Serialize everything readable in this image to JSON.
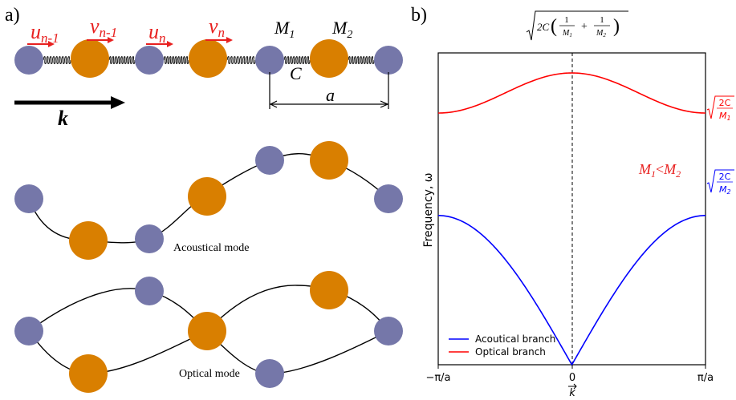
{
  "panel_a": {
    "label": "a)",
    "top_labels": {
      "u_prev": "u",
      "u_prev_sub": "n-1",
      "v_prev": "v",
      "v_prev_sub": "n-1",
      "u_n": "u",
      "u_n_sub": "n",
      "v_n": "v",
      "v_n_sub": "n"
    },
    "mass_labels": {
      "m1": "M",
      "m1_sub": "1",
      "m2": "M",
      "m2_sub": "2"
    },
    "spring_label": "C",
    "lattice_label": "a",
    "wavevector_label": "k",
    "acoustical_mode_label": "Acoustical mode",
    "optical_mode_label": "Optical mode",
    "colors": {
      "light_mass": "#7577a9",
      "heavy_mass": "#d97f00",
      "arrow_red": "#e8201f"
    }
  },
  "panel_b": {
    "label": "b)",
    "top_formula": {
      "prefix": "2C",
      "f1": "1",
      "d1": "M",
      "d1sub": "1",
      "plus": "+",
      "f2": "1",
      "d2": "M",
      "d2sub": "2"
    },
    "right_formulas": {
      "optical": {
        "num": "2C",
        "den": "M",
        "den_sub": "1"
      },
      "acoustic": {
        "num": "2C",
        "den": "M",
        "den_sub": "2"
      }
    },
    "relation": {
      "a": "M",
      "a_sub": "1",
      "op": "<",
      "b": "M",
      "b_sub": "2"
    },
    "colors": {
      "acoustic": "#0000ff",
      "optical": "#ff0000"
    }
  },
  "chart_data": {
    "type": "line",
    "xlabel": "k",
    "ylabel": "Frequency, ω",
    "x_ticks": [
      "−π/a",
      "0",
      "π/a"
    ],
    "series": [
      {
        "name": "Acoutical branch",
        "color": "#0000ff",
        "k": [
          -1,
          -0.75,
          -0.5,
          -0.25,
          0,
          0.25,
          0.5,
          0.75,
          1
        ],
        "omega": [
          0.67,
          0.64,
          0.52,
          0.29,
          0.0,
          0.29,
          0.52,
          0.64,
          0.67
        ]
      },
      {
        "name": "Optical branch",
        "color": "#ff0000",
        "k": [
          -1,
          -0.75,
          -0.5,
          -0.25,
          0,
          0.25,
          0.5,
          0.75,
          1
        ],
        "omega": [
          1.13,
          1.16,
          1.23,
          1.29,
          1.31,
          1.29,
          1.23,
          1.16,
          1.13
        ]
      }
    ],
    "legend_position": "lower-left"
  }
}
